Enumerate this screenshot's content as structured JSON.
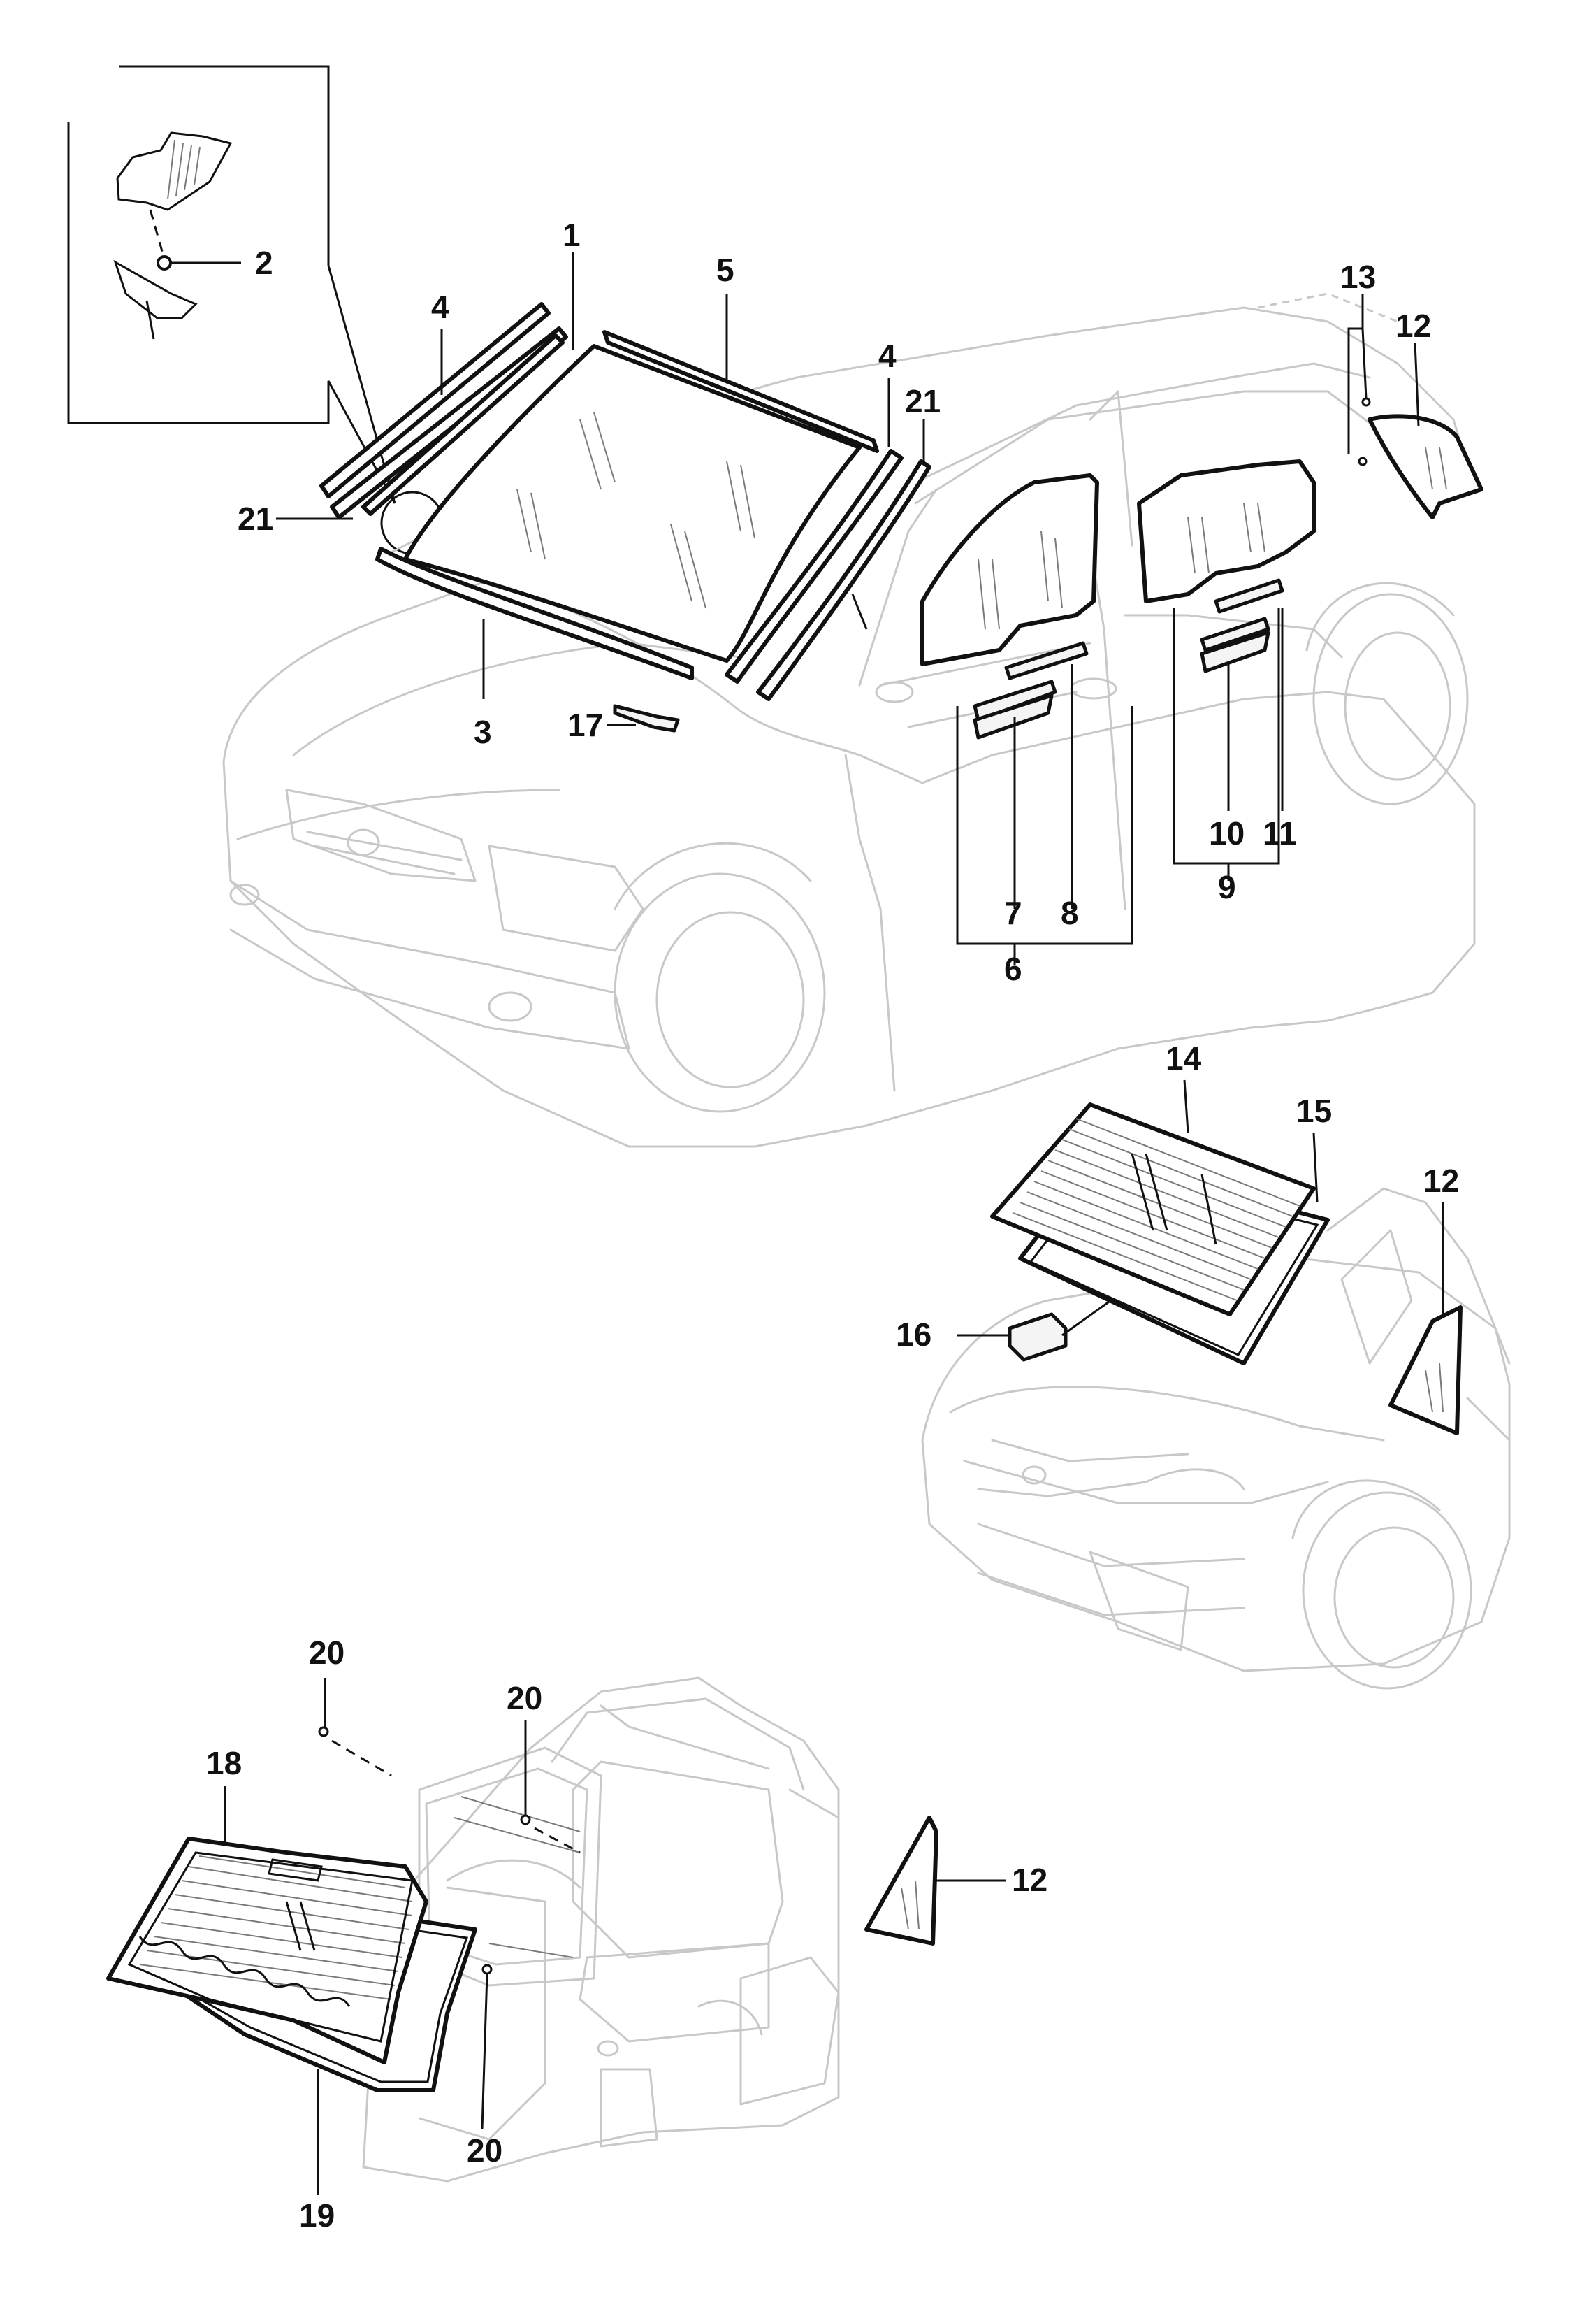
{
  "callouts": {
    "c1": "1",
    "c2": "2",
    "c3": "3",
    "c4a": "4",
    "c4b": "4",
    "c5": "5",
    "c6": "6",
    "c7": "7",
    "c8": "8",
    "c9": "9",
    "c10": "10",
    "c11": "11",
    "c12a": "12",
    "c12b": "12",
    "c12c": "12",
    "c13": "13",
    "c14": "14",
    "c15": "15",
    "c16": "16",
    "c17": "17",
    "c18": "18",
    "c19": "19",
    "c20a": "20",
    "c20b": "20",
    "c20c": "20",
    "c21a": "21",
    "c21b": "21"
  },
  "views": {
    "front": "front-three-quarter-car-view",
    "rear_sedan": "rear-sedan-car-view",
    "rear_hatch": "rear-hatchback-open-view",
    "detail": "detail-inset"
  }
}
